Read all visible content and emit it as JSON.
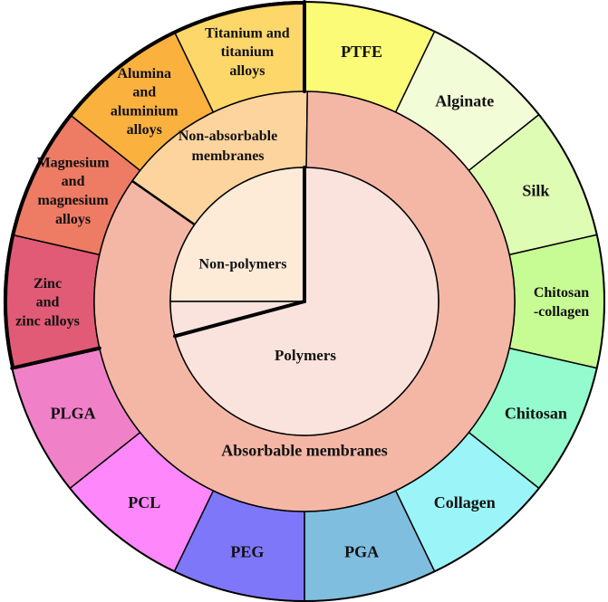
{
  "diagram": {
    "inner": [
      {
        "lines": [
          "Non-polymers"
        ],
        "share": 0.25,
        "color": "#fdebd8"
      },
      {
        "lines": [
          "Polymers"
        ],
        "share": 0.75,
        "color": "#fbe3dd"
      }
    ],
    "middle": [
      {
        "lines": [
          "Non-absorbable",
          "membranes"
        ],
        "share": 0.155,
        "color": "#fdd49d"
      },
      {
        "lines": [
          "Absorbable membranes"
        ],
        "share": 0.845,
        "color": "#f4b7a6"
      }
    ],
    "outer": [
      {
        "lines": [
          "PTFE"
        ],
        "color": "#fbfb78"
      },
      {
        "lines": [
          "Alginate"
        ],
        "color": "#f2fcd7"
      },
      {
        "lines": [
          "Silk"
        ],
        "color": "#dffcb5"
      },
      {
        "lines": [
          "Chitosan",
          "-collagen"
        ],
        "color": "#c7fb93"
      },
      {
        "lines": [
          "Chitosan"
        ],
        "color": "#93fbce"
      },
      {
        "lines": [
          "Collagen"
        ],
        "color": "#9bf5f8"
      },
      {
        "lines": [
          "PGA"
        ],
        "color": "#7fbede"
      },
      {
        "lines": [
          "PEG"
        ],
        "color": "#7f77fa"
      },
      {
        "lines": [
          "PCL"
        ],
        "color": "#fd87fb"
      },
      {
        "lines": [
          "PLGA"
        ],
        "color": "#f081c9"
      },
      {
        "lines": [
          "Zinc",
          "and",
          "zinc alloys"
        ],
        "color": "#e15a76"
      },
      {
        "lines": [
          "Magnesium",
          "and",
          "magnesium",
          "alloys"
        ],
        "color": "#ee7b63"
      },
      {
        "lines": [
          "Alumina",
          "and",
          "aluminium",
          "alloys"
        ],
        "color": "#fbb13e"
      },
      {
        "lines": [
          "Titanium and",
          "titanium",
          "alloys"
        ],
        "color": "#fdd76a"
      }
    ]
  }
}
